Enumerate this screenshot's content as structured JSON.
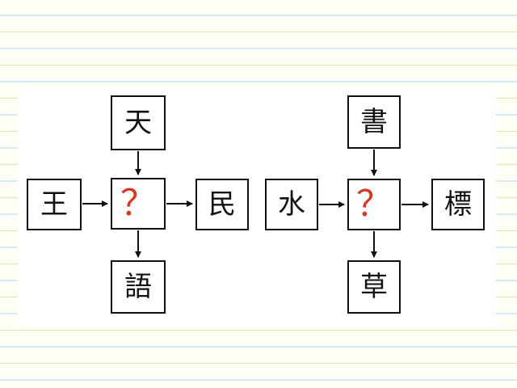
{
  "puzzles": [
    {
      "top": "天",
      "left": "王",
      "center": "？",
      "right": "民",
      "bottom": "語"
    },
    {
      "top": "書",
      "left": "水",
      "center": "？",
      "right": "標",
      "bottom": "草"
    }
  ],
  "colors": {
    "question_mark": "#d23a24",
    "line_blue": "#bfe3f2",
    "line_green": "#d9ebb5"
  }
}
